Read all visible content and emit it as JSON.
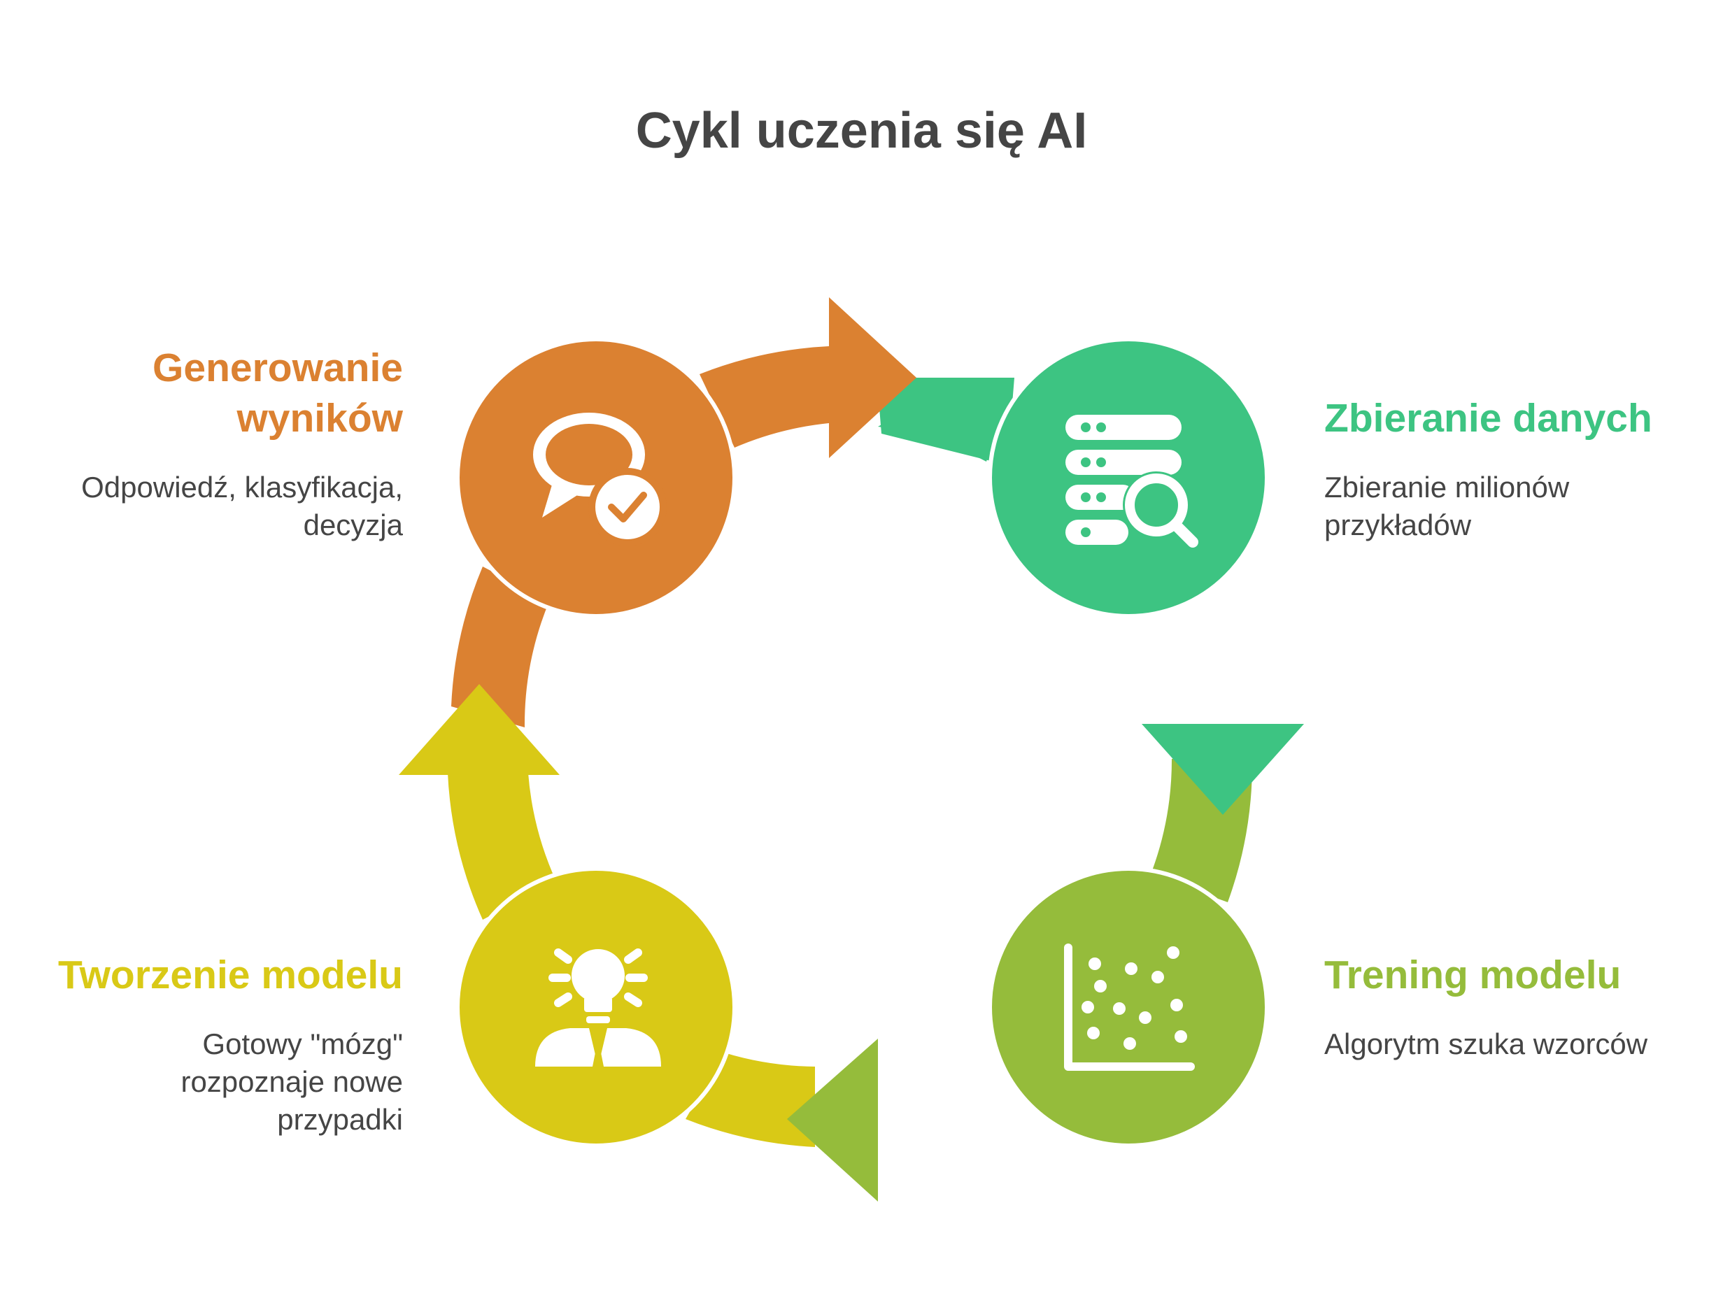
{
  "title": "Cykl uczenia się AI",
  "colors": {
    "green": "#3dc482",
    "lime": "#95bc3b",
    "yellow": "#d9c916",
    "orange": "#db8131",
    "text": "#454545"
  },
  "steps": [
    {
      "id": "zbieranie",
      "title": "Zbieranie danych",
      "lines": [
        "Zbieranie milionów",
        "przykładów"
      ],
      "icon": "database-search-icon"
    },
    {
      "id": "trening",
      "title": "Trening modelu",
      "lines": [
        "Algorytm szuka wzorców"
      ],
      "icon": "scatter-plot-icon"
    },
    {
      "id": "tworzenie",
      "title": "Tworzenie modelu",
      "lines": [
        "Gotowy \"mózg\"",
        "rozpoznaje nowe",
        "przypadki"
      ],
      "icon": "idea-person-icon"
    },
    {
      "id": "generowanie",
      "title_lines": [
        "Generowanie",
        "wyników"
      ],
      "lines": [
        "Odpowiedź, klasyfikacja,",
        "decyzja"
      ],
      "icon": "chat-check-icon"
    }
  ]
}
